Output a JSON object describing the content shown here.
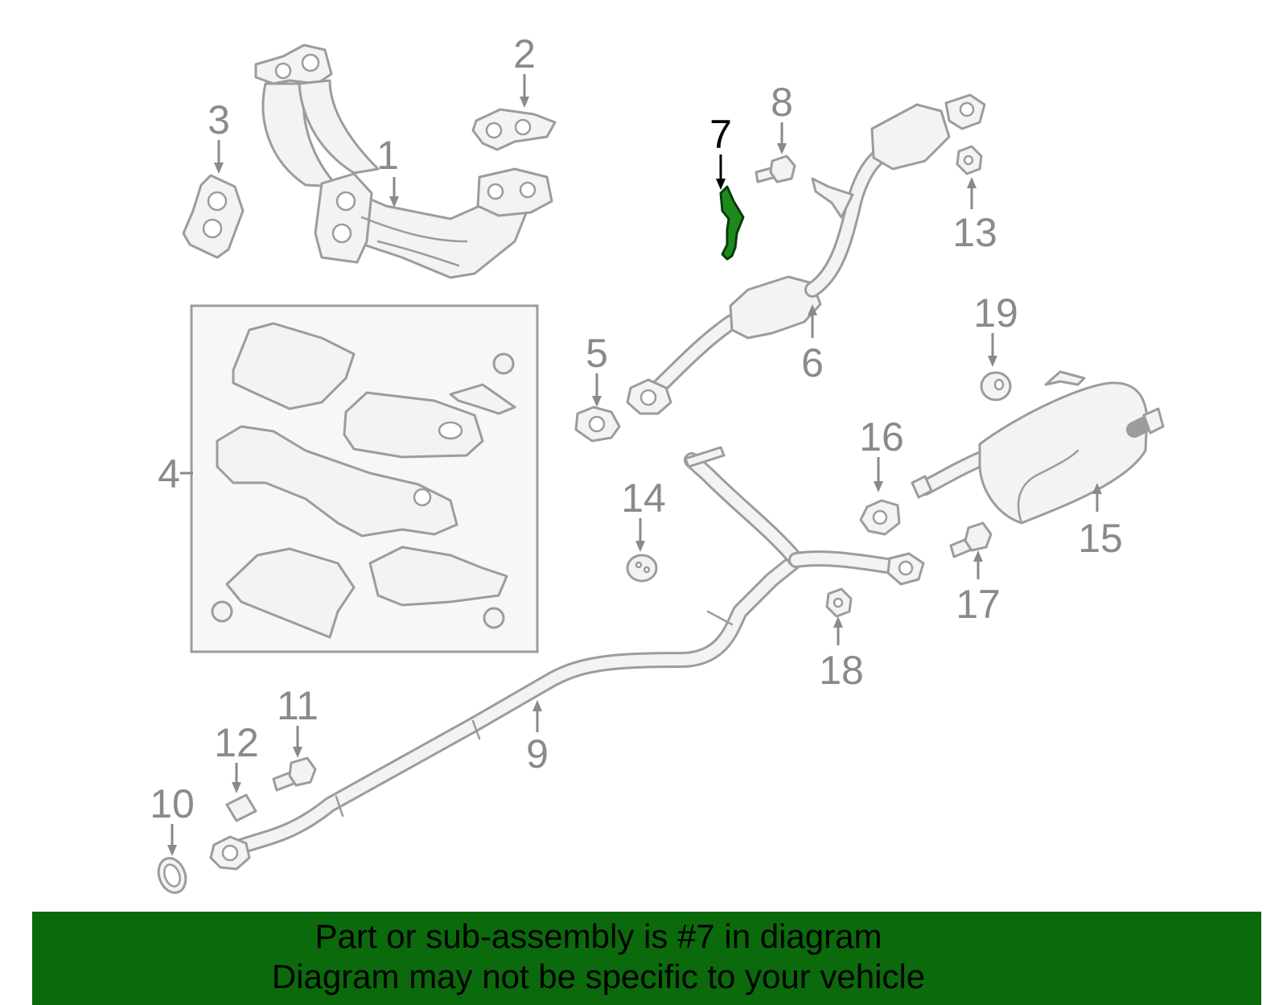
{
  "diagram": {
    "highlight_color": "#1e8a1e",
    "banner_color": "#0b6a0b",
    "callouts": [
      "1",
      "2",
      "3",
      "4",
      "5",
      "6",
      "7",
      "8",
      "9",
      "10",
      "11",
      "12",
      "13",
      "14",
      "15",
      "16",
      "17",
      "18",
      "19"
    ],
    "highlighted_callout": "7"
  },
  "banner": {
    "line1": "Part or sub-assembly is #7 in diagram",
    "line2": "Diagram may not be specific to your vehicle"
  }
}
